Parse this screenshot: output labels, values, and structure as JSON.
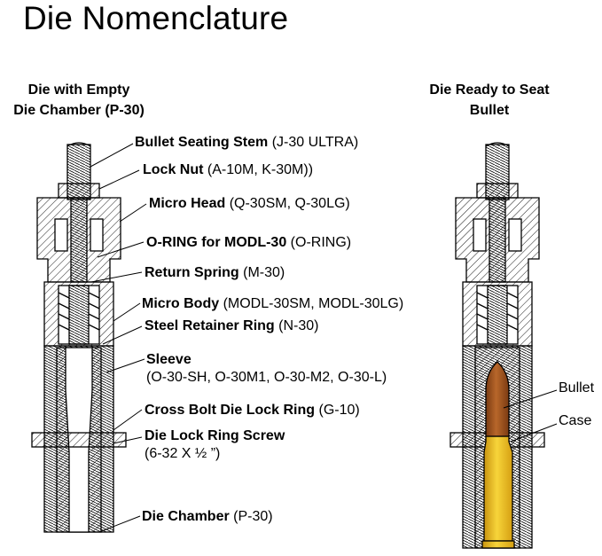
{
  "title": "Die Nomenclature",
  "left_die": {
    "title_line1": "Die with Empty",
    "title_line2": "Die Chamber (P-30)"
  },
  "right_die": {
    "title_line1": "Die Ready to Seat",
    "title_line2": "Bullet"
  },
  "callouts": [
    {
      "name": "Bullet Seating Stem",
      "part": "(J-30 ULTRA)"
    },
    {
      "name": "Lock Nut",
      "part": "(A-10M, K-30M))"
    },
    {
      "name": "Micro Head",
      "part": "(Q-30SM, Q-30LG)"
    },
    {
      "name": "O-RING for MODL-30",
      "part": "(O-RING)"
    },
    {
      "name": "Return Spring",
      "part": "(M-30)"
    },
    {
      "name": "Micro Body",
      "part": "(MODL-30SM, MODL-30LG)"
    },
    {
      "name": "Steel Retainer Ring",
      "part": "(N-30)"
    },
    {
      "name": "Sleeve",
      "part": "(O-30-SH, O-30M1, O-30-M2, O-30-L)"
    },
    {
      "name": "Cross Bolt Die Lock Ring",
      "part": "(G-10)"
    },
    {
      "name": "Die Lock Ring Screw",
      "part": "(6-32 X ½ ”)"
    },
    {
      "name": "Die Chamber",
      "part": "(P-30)"
    }
  ],
  "right_labels": {
    "bullet": "Bullet",
    "case": "Case"
  },
  "colors": {
    "bullet": "#a0521c",
    "case": "#f2c21a",
    "line": "#000000"
  }
}
